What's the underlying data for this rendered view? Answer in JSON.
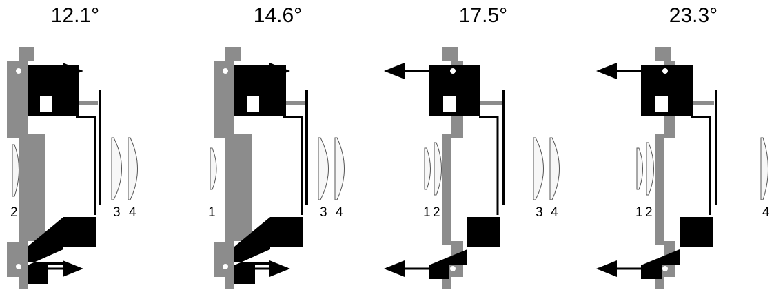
{
  "colors": {
    "frame": "#8c8c8c",
    "mount": "#000000",
    "lens_stroke": "#555555",
    "lens_fill": "#f7f7f7",
    "pin": "#ffffff"
  },
  "configurations": [
    {
      "angle": "12.1°",
      "lens_numbers": [
        "2",
        "3",
        "4"
      ]
    },
    {
      "angle": "14.6°",
      "lens_numbers": [
        "1",
        "3",
        "4"
      ]
    },
    {
      "angle": "17.5°",
      "lens_numbers": [
        "1",
        "2",
        "3",
        "4"
      ]
    },
    {
      "angle": "23.3°",
      "lens_numbers": [
        "1",
        "2",
        "4"
      ]
    }
  ]
}
